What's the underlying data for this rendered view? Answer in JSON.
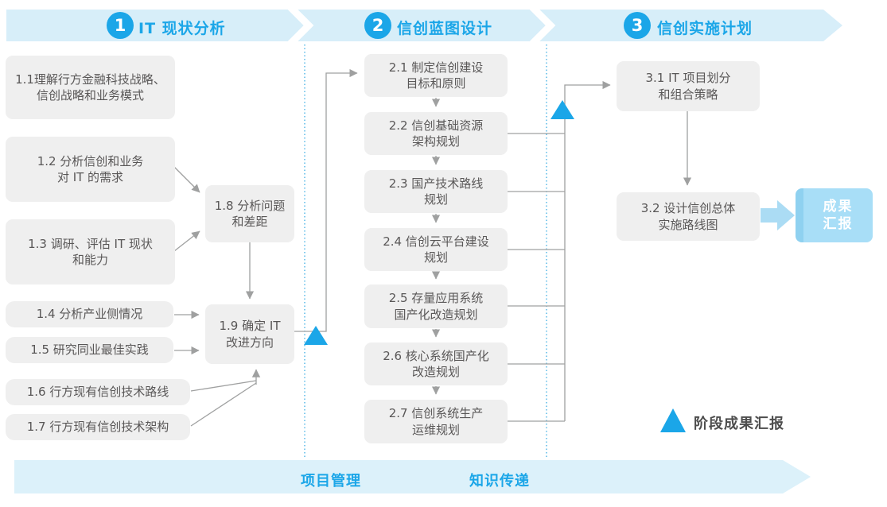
{
  "phases": [
    {
      "number": "1",
      "title": "IT 现状分析"
    },
    {
      "number": "2",
      "title": "信创蓝图设计"
    },
    {
      "number": "3",
      "title": "信创实施计划"
    }
  ],
  "phase1_boxes": [
    {
      "id": "1.1",
      "text": "1.1理解行方金融科技战略、\n信创战略和业务模式"
    },
    {
      "id": "1.2",
      "text": "1.2 分析信创和业务\n对 IT 的需求"
    },
    {
      "id": "1.3",
      "text": "1.3 调研、评估 IT 现状\n和能力"
    },
    {
      "id": "1.4",
      "text": "1.4 分析产业侧情况"
    },
    {
      "id": "1.5",
      "text": "1.5 研究同业最佳实践"
    },
    {
      "id": "1.6",
      "text": "1.6 行方现有信创技术路线"
    },
    {
      "id": "1.7",
      "text": "1.7 行方现有信创技术架构"
    },
    {
      "id": "1.8",
      "text": "1.8 分析问题\n和差距"
    },
    {
      "id": "1.9",
      "text": "1.9 确定 IT\n改进方向"
    }
  ],
  "phase2_boxes": [
    {
      "id": "2.1",
      "text": "2.1 制定信创建设\n目标和原则"
    },
    {
      "id": "2.2",
      "text": "2.2 信创基础资源\n架构规划"
    },
    {
      "id": "2.3",
      "text": "2.3 国产技术路线\n规划"
    },
    {
      "id": "2.4",
      "text": "2.4 信创云平台建设\n规划"
    },
    {
      "id": "2.5",
      "text": "2.5 存量应用系统\n国产化改造规划"
    },
    {
      "id": "2.6",
      "text": "2.6 核心系统国产化\n改造规划"
    },
    {
      "id": "2.7",
      "text": "2.7 信创系统生产\n运维规划"
    }
  ],
  "phase3_boxes": [
    {
      "id": "3.1",
      "text": "3.1 IT 项目划分\n和组合策略"
    },
    {
      "id": "3.2",
      "text": "3.2 设计信创总体\n实施路线图"
    }
  ],
  "result_box": {
    "text": "成果\n汇报"
  },
  "legend": {
    "label": "阶段成果汇报"
  },
  "bottom_banner": {
    "left_label": "项目管理",
    "right_label": "知识传递"
  },
  "colors": {
    "accent_blue": "#1BA6E8",
    "band_blue": "#D7EEF9",
    "box_gray": "#EFEFEF",
    "line_gray": "#9FA0A0",
    "result_fill": "#A8DEF7",
    "result_edge": "#8FD1F0",
    "text_gray": "#595757"
  }
}
